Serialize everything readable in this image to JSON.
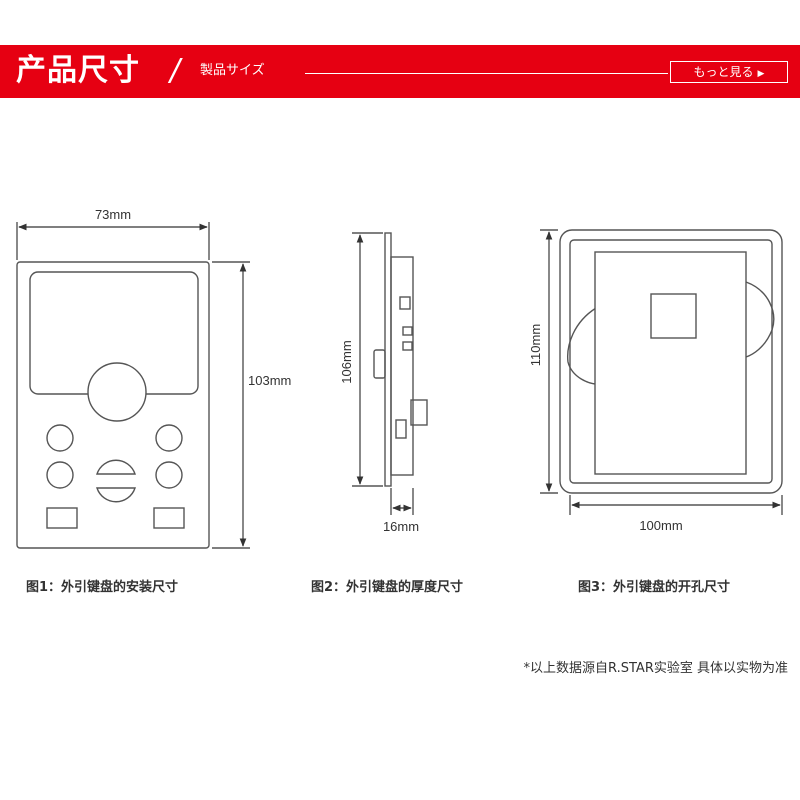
{
  "header": {
    "title": "产品尺寸",
    "slash": "/",
    "subtitle": "製品サイズ",
    "more_label": "もっと見る",
    "more_arrow": "▶"
  },
  "figures": [
    {
      "caption": "图1：外引键盘的安装尺寸",
      "dims": [
        "73mm",
        "103mm"
      ]
    },
    {
      "caption": "图2：外引键盘的厚度尺寸",
      "dims": [
        "106mm",
        "16mm"
      ]
    },
    {
      "caption": "图3：外引键盘的开孔尺寸",
      "dims": [
        "110mm",
        "100mm"
      ]
    }
  ],
  "note": "*以上数据源自R.STAR实验室 具体以实物为准",
  "colors": {
    "accent": "#e60012",
    "line": "#555555",
    "text": "#333333"
  }
}
